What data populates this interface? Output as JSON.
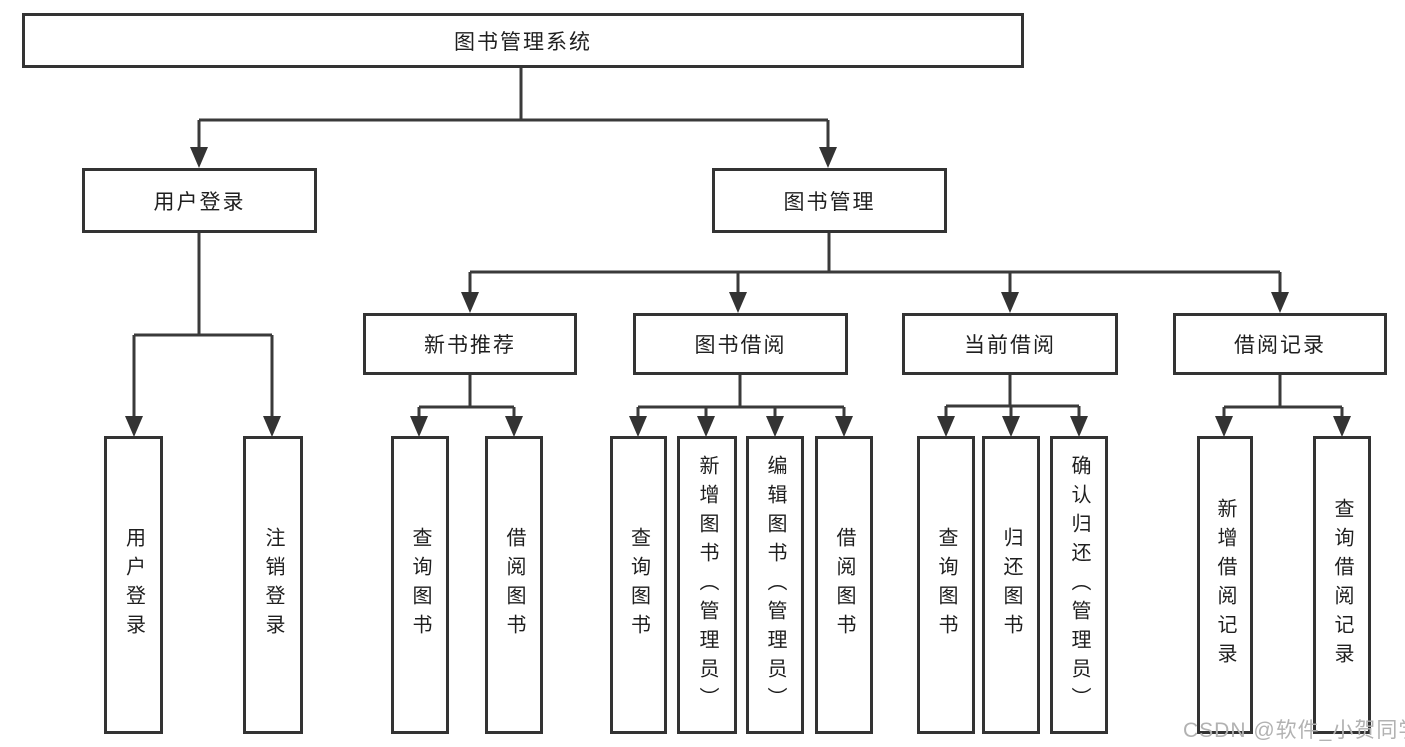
{
  "diagram": {
    "root": "图书管理系统",
    "branches": [
      {
        "label": "用户登录",
        "children": [
          "用户登录",
          "注销登录"
        ]
      },
      {
        "label": "图书管理",
        "children": [
          {
            "label": "新书推荐",
            "children": [
              "查询图书",
              "借阅图书"
            ]
          },
          {
            "label": "图书借阅",
            "children": [
              "查询图书",
              "新增图书（管理员）",
              "编辑图书（管理员）",
              "借阅图书"
            ]
          },
          {
            "label": "当前借阅",
            "children": [
              "查询图书",
              "归还图书",
              "确认归还（管理员）"
            ]
          },
          {
            "label": "借阅记录",
            "children": [
              "新增借阅记录",
              "查询借阅记录"
            ]
          }
        ]
      }
    ]
  },
  "watermark": {
    "text": "CSDN @软件_小贺同学"
  },
  "colors": {
    "line": "#3a3a3a",
    "box_border": "#333333",
    "text": "#1f1f1f",
    "watermark": "#b2b2b2",
    "background": "#ffffff"
  }
}
